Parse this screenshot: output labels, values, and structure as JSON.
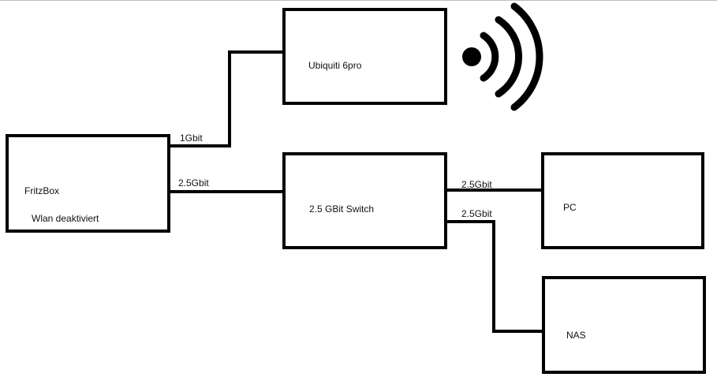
{
  "devices": {
    "fritzbox": {
      "name": "FritzBox",
      "note": "Wlan deaktiviert"
    },
    "ubiquiti": {
      "name": "Ubiquiti 6pro"
    },
    "switch": {
      "name": "2.5 GBit Switch"
    },
    "pc": {
      "name": "PC"
    },
    "nas": {
      "name": "NAS"
    }
  },
  "links": {
    "fritz_to_ubiquiti": "1Gbit",
    "fritz_to_switch": "2.5Gbit",
    "switch_to_pc": "2.5Gbit",
    "switch_to_nas": "2.5Gbit"
  },
  "icons": {
    "wifi": "wifi-signal-icon"
  },
  "colors": {
    "line": "#000000",
    "background": "#ffffff"
  }
}
